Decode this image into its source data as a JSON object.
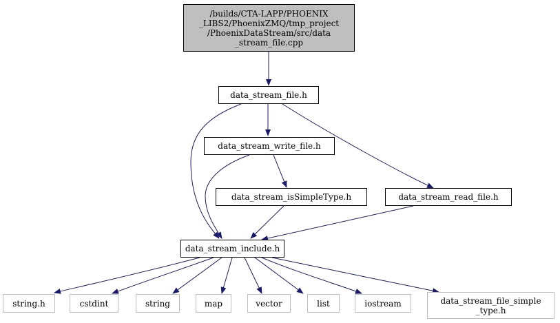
{
  "graph": {
    "edge_color": "#191970",
    "root_fill": "#bfbfbf",
    "system_border": "#bfbfbf",
    "nodes": {
      "root": {
        "label": "/builds/CTA-LAPP/PHOENIX\n_LIBS2/PhoenixZMQ/tmp_project\n/PhoenixDataStream/src/data\n_stream_file.cpp"
      },
      "data_stream_file_h": {
        "label": "data_stream_file.h"
      },
      "data_stream_write_file_h": {
        "label": "data_stream_write_file.h"
      },
      "data_stream_isSimpleType_h": {
        "label": "data_stream_isSimpleType.h"
      },
      "data_stream_read_file_h": {
        "label": "data_stream_read_file.h"
      },
      "data_stream_include_h": {
        "label": "data_stream_include.h"
      },
      "string_h": {
        "label": "string.h"
      },
      "cstdint": {
        "label": "cstdint"
      },
      "string": {
        "label": "string"
      },
      "map": {
        "label": "map"
      },
      "vector": {
        "label": "vector"
      },
      "list": {
        "label": "list"
      },
      "iostream": {
        "label": "iostream"
      },
      "data_stream_file_simple_type_h": {
        "label": "data_stream_file_simple\n_type.h"
      }
    }
  }
}
